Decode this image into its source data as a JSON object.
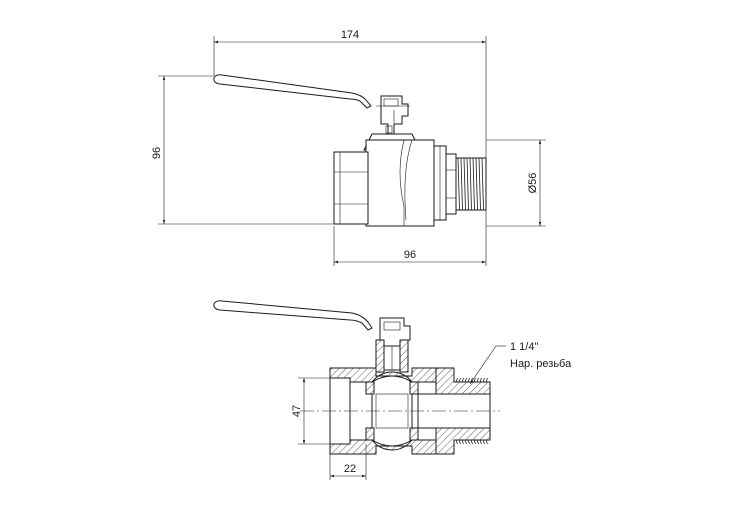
{
  "dimensions": {
    "overall_length": "174",
    "height": "96",
    "body_length": "96",
    "outer_diameter": "Ø56",
    "bore_height": "47",
    "socket_depth": "22"
  },
  "callout": {
    "thread_size": "1 1/4\"",
    "thread_type": "Нар. резьба"
  }
}
